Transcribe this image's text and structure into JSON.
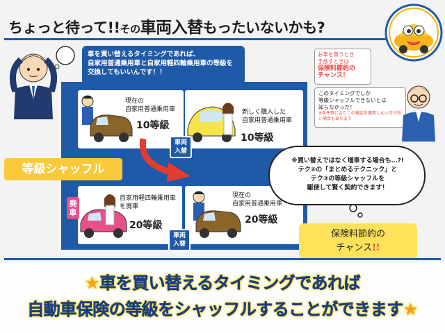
{
  "header": {
    "title_part1": "ちょっと待って!!",
    "title_part2": "その",
    "title_part3": "車両入替",
    "title_part4": "もったいないかも?"
  },
  "intro_bubble": {
    "line1": "車を買い替えるタイミングであれば、",
    "line2": "自家用普通乗用車と自家用軽四輪乗用車の等級を",
    "line3": "交換してもいいんです！！"
  },
  "panel_top": {
    "current_caption": "現在の\n自家用普通乗用車",
    "current_grade": "10等級",
    "new_caption": "新しく購入した\n自家用普通乗用車",
    "new_grade": "10等級",
    "tag": "車両\n入替"
  },
  "panel_bottom": {
    "haisha": "廃車",
    "old_caption": "自家用軽四輪乗用車\nを廃車",
    "old_grade": "20等級",
    "current_caption": "現在の\n自家用普通乗用車",
    "current_grade": "20等級",
    "tag": "車両\n入替"
  },
  "shuffle_label": "等級シャッフル",
  "cloud": {
    "line1": "※買い替えではなく増車する場合も…?!",
    "line2": "テク②の「まとめるテクニック」と",
    "line3": "テク③の等級シャッフルを",
    "line4": "駆使して賢く契約できます！"
  },
  "savings_box": {
    "line1": "保険料節約の",
    "line2": "チャンス",
    "exclaim": "!!"
  },
  "right_note1": {
    "line1": "お車を買うとき",
    "line2": "手放すときは",
    "line3": "保険料節約の",
    "line4": "チャンス！"
  },
  "right_note2": {
    "line1": "このタイミングでしか",
    "line2": "等級シャッフルできないとは",
    "line3": "知らなかった！",
    "note": "※条件等によりこの規定を適用しない方が良い場合もあります"
  },
  "bottom_banner": {
    "line1": "車を買い替えるタイミングであれば",
    "line2": "自動車保険の等級をシャッフルすることができます",
    "star": "★"
  },
  "colors": {
    "brand_blue": "#1f5aa9",
    "accent_yellow": "#f9c93a",
    "red_arrow": "#e53a2e",
    "pink": "#e94f8a"
  }
}
